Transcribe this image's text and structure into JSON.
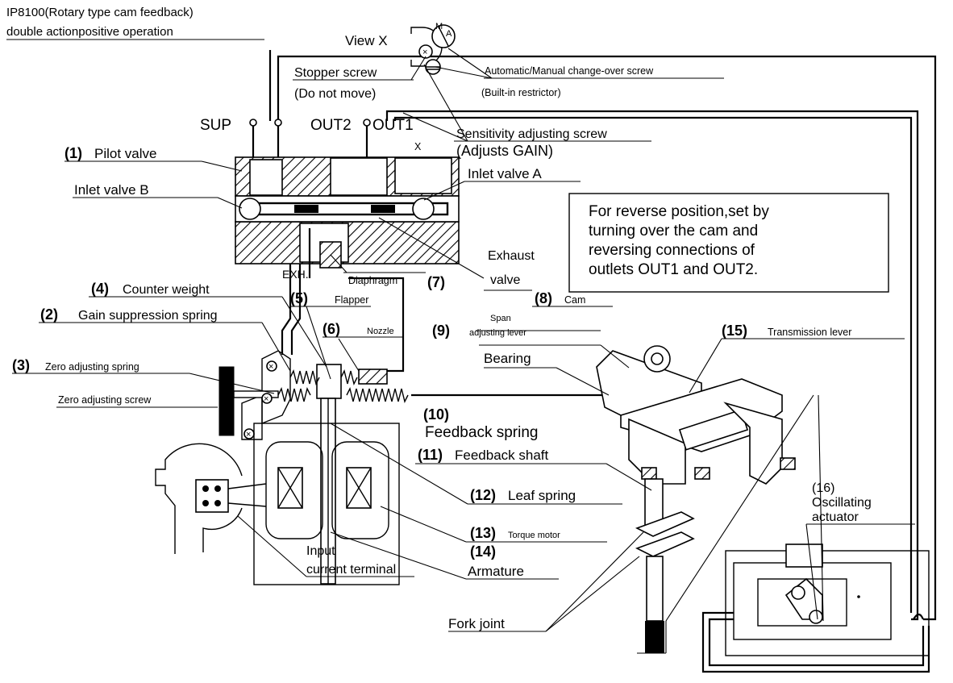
{
  "header": {
    "title_line1": "IP8100(Rotary type cam feedback)",
    "title_line2": "double actionpositive operation"
  },
  "ports": {
    "sup": "SUP",
    "out2": "OUT2",
    "out1": "OUT1",
    "exh": "EXH.",
    "view_x": "View X",
    "x_mark": "X"
  },
  "labels": {
    "stopper_screw": "Stopper screw",
    "do_not_move": "(Do not move)",
    "auto_manual": "Automatic/Manual change-over screw",
    "builtin_restrictor": "(Built-in restrictor)",
    "sensitivity": "Sensitivity adjusting screw",
    "adjusts_gain": "(Adjusts GAIN)",
    "inlet_a": "Inlet valve A",
    "inlet_b": "Inlet valve B",
    "diaphragm": "Diaphragm",
    "exhaust_line1": "Exhaust",
    "exhaust_line2": "valve",
    "zero_screw": "Zero adjusting screw",
    "bearing": "Bearing",
    "span_line1": "Span",
    "span_line2": "adjusting lever",
    "input_line1": "Input",
    "input_line2": "current terminal",
    "fork_joint": "Fork joint",
    "note_line1": "For reverse position,set by",
    "note_line2": "turning over the cam and",
    "note_line3": "reversing connections of",
    "note_line4": "outlets OUT1 and OUT2."
  },
  "parts": [
    {
      "num": "(1)",
      "name": "Pilot valve"
    },
    {
      "num": "(2)",
      "name": "Gain suppression spring"
    },
    {
      "num": "(3)",
      "name": "Zero adjusting spring"
    },
    {
      "num": "(4)",
      "name": "Counter weight"
    },
    {
      "num": "(5)",
      "name": "Flapper"
    },
    {
      "num": "(6)",
      "name": "Nozzle"
    },
    {
      "num": "(7)",
      "name": ""
    },
    {
      "num": "(8)",
      "name": "Cam"
    },
    {
      "num": "(9)",
      "name": ""
    },
    {
      "num": "(10)",
      "name": "Feedback spring"
    },
    {
      "num": "(11)",
      "name": "Feedback shaft"
    },
    {
      "num": "(12)",
      "name": "Leaf spring"
    },
    {
      "num": "(13)",
      "name": "Torque motor"
    },
    {
      "num": "(14)",
      "name": "Armature"
    },
    {
      "num": "(15)",
      "name": "Transmission lever"
    },
    {
      "num": "(16)",
      "name": ""
    }
  ],
  "actuator": {
    "line1": "Oscillating",
    "line2": "actuator"
  }
}
